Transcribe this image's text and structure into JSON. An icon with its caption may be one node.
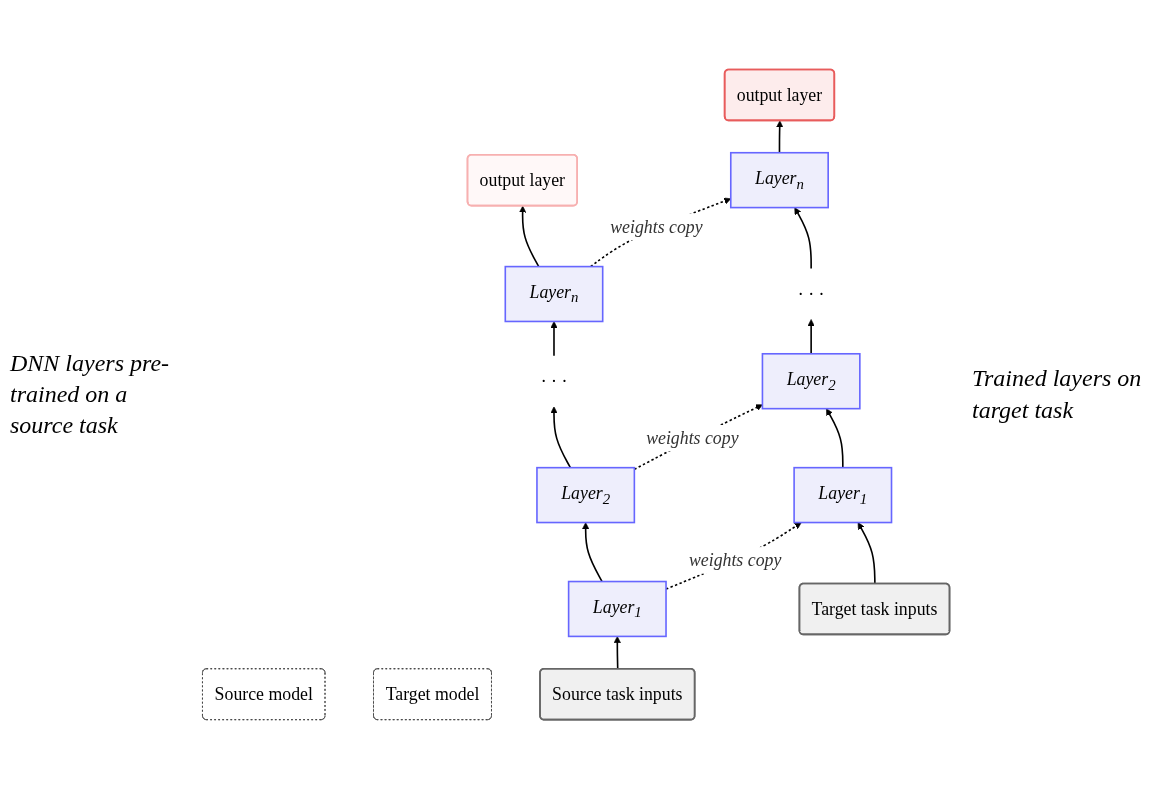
{
  "diagram": {
    "nodes": [
      {
        "text": [
          "Source model"
        ]
      },
      {
        "text": [
          "Target model"
        ]
      },
      {
        "text": [
          "output layer"
        ]
      },
      {
        "text": [
          "output layer"
        ]
      },
      {
        "text": [
          "Layer$_{n}$"
        ]
      },
      {
        "text": [
          "Layer$_{n}$"
        ]
      },
      {
        "text": [
          "· · ·"
        ]
      },
      {
        "text": [
          "· · ·"
        ]
      },
      {
        "text": [
          "Layer$_{2}$"
        ]
      },
      {
        "text": [
          "Layer$_{2}$"
        ]
      },
      {
        "text": [
          "Layer$_{1}$"
        ]
      },
      {
        "text": [
          "Layer$_{1}$"
        ]
      },
      {
        "text": [
          "Source task inputs"
        ]
      },
      {
        "text": [
          "Target task inputs"
        ]
      }
    ],
    "edges": [
      {
        "from": 12,
        "to": 10,
        "arrow": "to"
      },
      {
        "from": 10,
        "to": 8,
        "arrow": "to"
      },
      {
        "from": 8,
        "to": 6,
        "arrow": "to"
      },
      {
        "from": 6,
        "to": 4,
        "arrow": "to"
      },
      {
        "from": 4,
        "to": 2,
        "arrow": "to"
      },
      {
        "from": 13,
        "to": 11,
        "arrow": "to"
      },
      {
        "from": 11,
        "to": 9,
        "arrow": "to"
      },
      {
        "from": 9,
        "to": 7,
        "arrow": "to"
      },
      {
        "from": 7,
        "to": 5,
        "arrow": "to"
      },
      {
        "from": 5,
        "to": 3,
        "arrow": "to"
      },
      {
        "from": 4,
        "to": 5,
        "arrow": "to",
        "label": "weights copy",
        "style": "dashed"
      },
      {
        "from": 8,
        "to": 9,
        "arrow": "to",
        "label": "weights copy",
        "style": "dashed"
      },
      {
        "from": 10,
        "to": 11,
        "arrow": "to",
        "label": "weights copy",
        "style": "dashed"
      }
    ],
    "labels": [
      "DNN layers pre-trained on a source task",
      "Trained layers on target task"
    ]
  }
}
